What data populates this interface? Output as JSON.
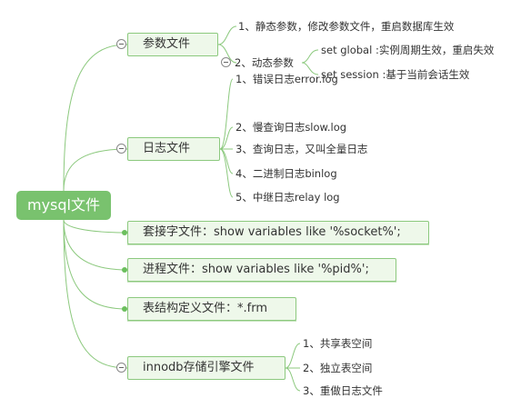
{
  "root": {
    "label": "mysql文件"
  },
  "branches": {
    "param_file": {
      "label": "参数文件",
      "static_param": "1、静态参数，修改参数文件，重启数据库生效",
      "dynamic_param": "2、动态参数",
      "set_global": "set global :实例周期生效，重启失效",
      "set_session": "set session :基于当前会话生效"
    },
    "log_file": {
      "label": "日志文件",
      "items": [
        "1、错误日志error.log",
        "2、慢查询日志slow.log",
        "3、查询日志，又叫全量日志",
        "4、二进制日志binlog",
        "5、中继日志relay log"
      ]
    },
    "socket_file": {
      "label": "套接字文件：show variables like '%socket%';"
    },
    "pid_file": {
      "label": "进程文件：show variables like '%pid%';"
    },
    "frm_file": {
      "label": "表结构定义文件：*.frm"
    },
    "innodb_file": {
      "label": "innodb存储引擎文件",
      "items": [
        "1、共享表空间",
        "2、独立表空间",
        "3、重做日志文件"
      ]
    }
  },
  "colors": {
    "line": "#8cc97e",
    "root_bg": "#79c26e",
    "node_bg": "#eef8ea",
    "node_border": "#8cc97e"
  }
}
